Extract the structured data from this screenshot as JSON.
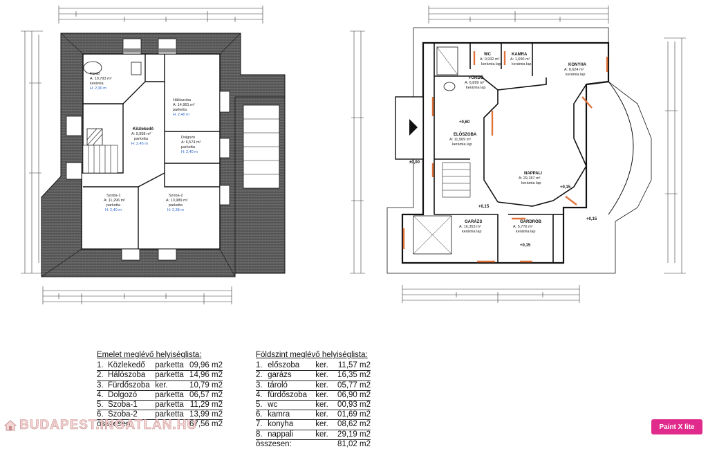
{
  "upper_floor": {
    "rooms": [
      {
        "name": "Fürdő",
        "area": "A: 10,793 m²",
        "floor": "kerámia",
        "height": "H: 2,30 m"
      },
      {
        "name": "Hálószoba",
        "area": "A: 14,961 m²",
        "floor": "parketta",
        "height": "H: 2,40 m"
      },
      {
        "name": "Közlekedő",
        "area": "A: 9,958 m²",
        "floor": "parketta",
        "height": "H: 2,45 m"
      },
      {
        "name": "Dolgozó",
        "area": "A: 6,574 m²",
        "floor": "parketta",
        "height": "H: 2,40 m"
      },
      {
        "name": "Szoba-1",
        "area": "A: 11,296 m²",
        "floor": "parketta",
        "height": "H: 2,40 m"
      },
      {
        "name": "Szoba-2",
        "area": "A: 13,989 m²",
        "floor": "parketta",
        "height": "H: 2,38 m"
      }
    ]
  },
  "ground_floor": {
    "rooms": [
      {
        "name": "WC",
        "area": "A: 0,932 m²",
        "floor": "kerámia lap"
      },
      {
        "name": "KAMRA",
        "area": "A: 1,690 m²",
        "floor": "kerámia lap"
      },
      {
        "name": "KONYHA",
        "area": "A: 8,624 m²",
        "floor": "kerámia lap"
      },
      {
        "name": "FÜRDŐ",
        "area": "A: 6,899 m²",
        "floor": "kerámia lap"
      },
      {
        "name": "ELŐSZOBA",
        "area": "A: 11,569 m²",
        "floor": "kerámia lap"
      },
      {
        "name": "NAPPALI",
        "area": "A: 29,187 m²",
        "floor": "kerámia lap"
      },
      {
        "name": "GARÁZS",
        "area": "A: 16,353 m²",
        "floor": "kerámia lap"
      },
      {
        "name": "GARDRÓB",
        "area": "A: 5,776 m²",
        "floor": "kerámia lap"
      }
    ],
    "levels": [
      "+0,60",
      "±0,00",
      "+0,15",
      "+0,15",
      "+0,15",
      "+0,15"
    ]
  },
  "lists": {
    "upper": {
      "title": "Emelet meglévő helyiséglista:",
      "items": [
        {
          "num": "1.",
          "name": "Közlekedő",
          "floor": "parketta",
          "area": "09,96 m2"
        },
        {
          "num": "2.",
          "name": "Hálószoba",
          "floor": "parketta",
          "area": "14,96 m2"
        },
        {
          "num": "3.",
          "name": "Fürdőszoba",
          "floor": "ker.",
          "area": "10,79 m2"
        },
        {
          "num": "4.",
          "name": "Dolgozó",
          "floor": "parketta",
          "area": "06,57 m2"
        },
        {
          "num": "5.",
          "name": "Szoba-1",
          "floor": "parketta",
          "area": "11,29 m2"
        },
        {
          "num": "6.",
          "name": "Szoba-2",
          "floor": "parketta",
          "area": "13,99 m2"
        }
      ],
      "total_label": "összesen:",
      "total_value": "67,56 m2"
    },
    "ground": {
      "title": "Földszint meglévő helyiséglista:",
      "items": [
        {
          "num": "1.",
          "name": "előszoba",
          "floor": "ker.",
          "area": "11,57 m2"
        },
        {
          "num": "2.",
          "name": "garázs",
          "floor": "ker.",
          "area": "16,35 m2"
        },
        {
          "num": "3.",
          "name": "tároló",
          "floor": "ker.",
          "area": "05,77 m2"
        },
        {
          "num": "4.",
          "name": "fürdőszoba",
          "floor": "ker.",
          "area": "06,90 m2"
        },
        {
          "num": "5.",
          "name": "wc",
          "floor": "ker.",
          "area": "00,93 m2"
        },
        {
          "num": "6.",
          "name": "kamra",
          "floor": "ker.",
          "area": "01,69 m2"
        },
        {
          "num": "7.",
          "name": "konyha",
          "floor": "ker.",
          "area": "08,62 m2"
        },
        {
          "num": "8.",
          "name": "nappali",
          "floor": "ker.",
          "area": "29,19 m2"
        }
      ],
      "total_label": "összesen:",
      "total_value": "81,02 m2"
    }
  },
  "branding": {
    "watermark": "BUDAPEST.INGATLAN.HU",
    "watermark_color": "#c98c8c",
    "badge": "Paint X lite",
    "badge_color": "#e02a8c"
  },
  "colors": {
    "roof": "#555555",
    "wall": "#111111",
    "door_accent": "#e0733a",
    "dim_blue": "#2a63c7"
  }
}
